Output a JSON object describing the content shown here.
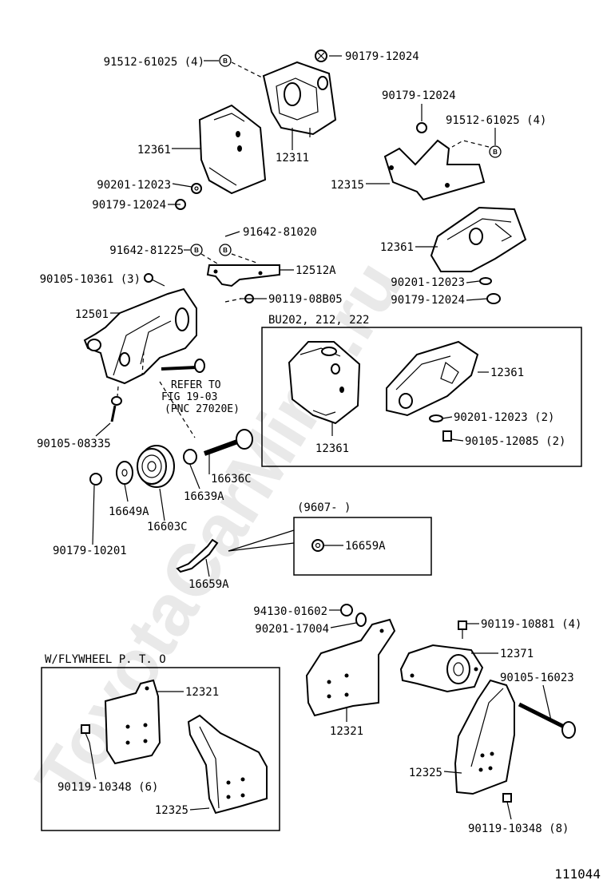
{
  "watermark": "ToyotaCarMine.ru",
  "diagram_number": "111044",
  "section_box_label": "BU202, 212, 222",
  "date_range_label": "(9607-        )",
  "pto_box_label": "W/FLYWHEEL  P. T. O",
  "refer_note": [
    "REFER TO",
    "FIG 19-03",
    "(PNC 27020E)"
  ],
  "callout_letter": "B",
  "labels": {
    "p91512_61025_a": "91512-61025 (4)",
    "p90179_12024_a": "90179-12024",
    "p12361_a": "12361",
    "p12311": "12311",
    "p90201_12023_a": "90201-12023",
    "p90179_12024_b": "90179-12024",
    "p90179_12024_c": "90179-12024",
    "p91512_61025_b": "91512-61025 (4)",
    "p12315": "12315",
    "p12361_b": "12361",
    "p91642_81020": "91642-81020",
    "p91642_81225": "91642-81225",
    "p12512a": "12512A",
    "p90105_10361": "90105-10361 (3)",
    "p90119_08b05": "90119-08B05",
    "p90201_12023_b": "90201-12023",
    "p90179_12024_d": "90179-12024",
    "p12501": "12501",
    "p90105_08335": "90105-08335",
    "p12361_c": "12361",
    "p12361_d": "12361",
    "p90201_12023_c": "90201-12023 (2)",
    "p90105_12085": "90105-12085 (2)",
    "p16636c": "16636C",
    "p16639a": "16639A",
    "p16649a": "16649A",
    "p16603c": "16603C",
    "p90179_10201": "90179-10201",
    "p16659a_a": "16659A",
    "p16659a_b": "16659A",
    "p94130_01602": "94130-01602",
    "p90201_17004": "90201-17004",
    "p90119_10881": "90119-10881 (4)",
    "p12371": "12371",
    "p90105_16023": "90105-16023",
    "p12321_a": "12321",
    "p12321_b": "12321",
    "p90119_10348_a": "90119-10348 (6)",
    "p12325_a": "12325",
    "p12325_b": "12325",
    "p90119_10348_b": "90119-10348 (8)"
  }
}
